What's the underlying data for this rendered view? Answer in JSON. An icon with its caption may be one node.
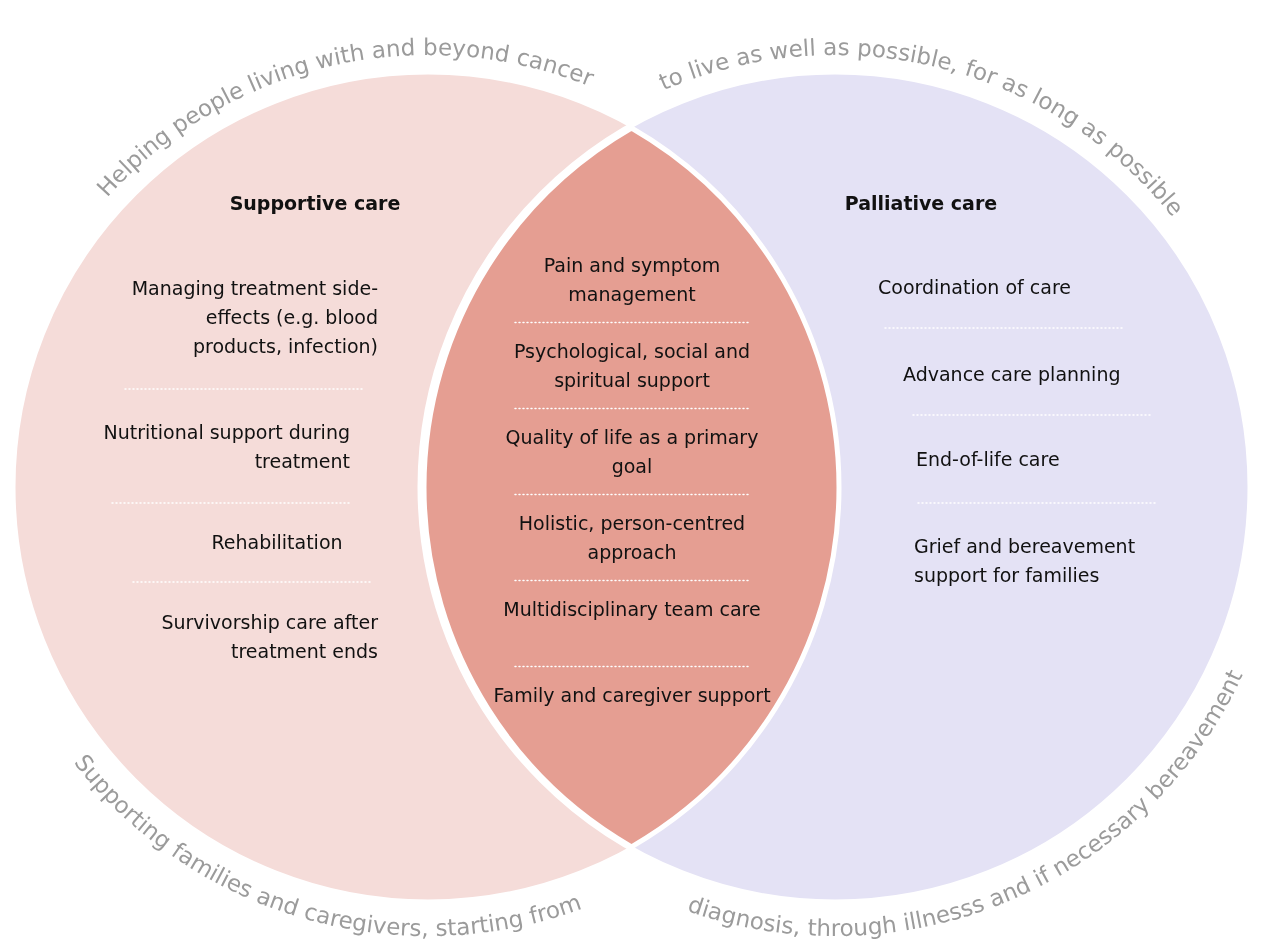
{
  "diagram": {
    "nodes": [
      {
        "text": [
          "Supportive care",
          "Managing treatment side-effects (e.g. blood products, infection)",
          "Nutritional support during treatment",
          "Rehabilitation",
          "Survivorship care after treatment ends"
        ]
      },
      {
        "text": [
          "Palliative care",
          "Coordination of care",
          "Advance care planning",
          "End-of-life care",
          "Grief and bereavement support for families"
        ]
      },
      {
        "text": [
          "Pain and symptom management",
          "Psychological, social and spiritual support",
          "Quality of life as a primary goal",
          "Holistic, person-centred approach",
          "Multidisciplinary team care",
          "Family and caregiver support"
        ]
      }
    ],
    "labels": [
      "Helping people living with and beyond cancer",
      "to live as well as possible, for as long as possible",
      "Supporting families and caregivers, starting from",
      "diagnosis, through illnesss and if necessary bereavement"
    ]
  }
}
